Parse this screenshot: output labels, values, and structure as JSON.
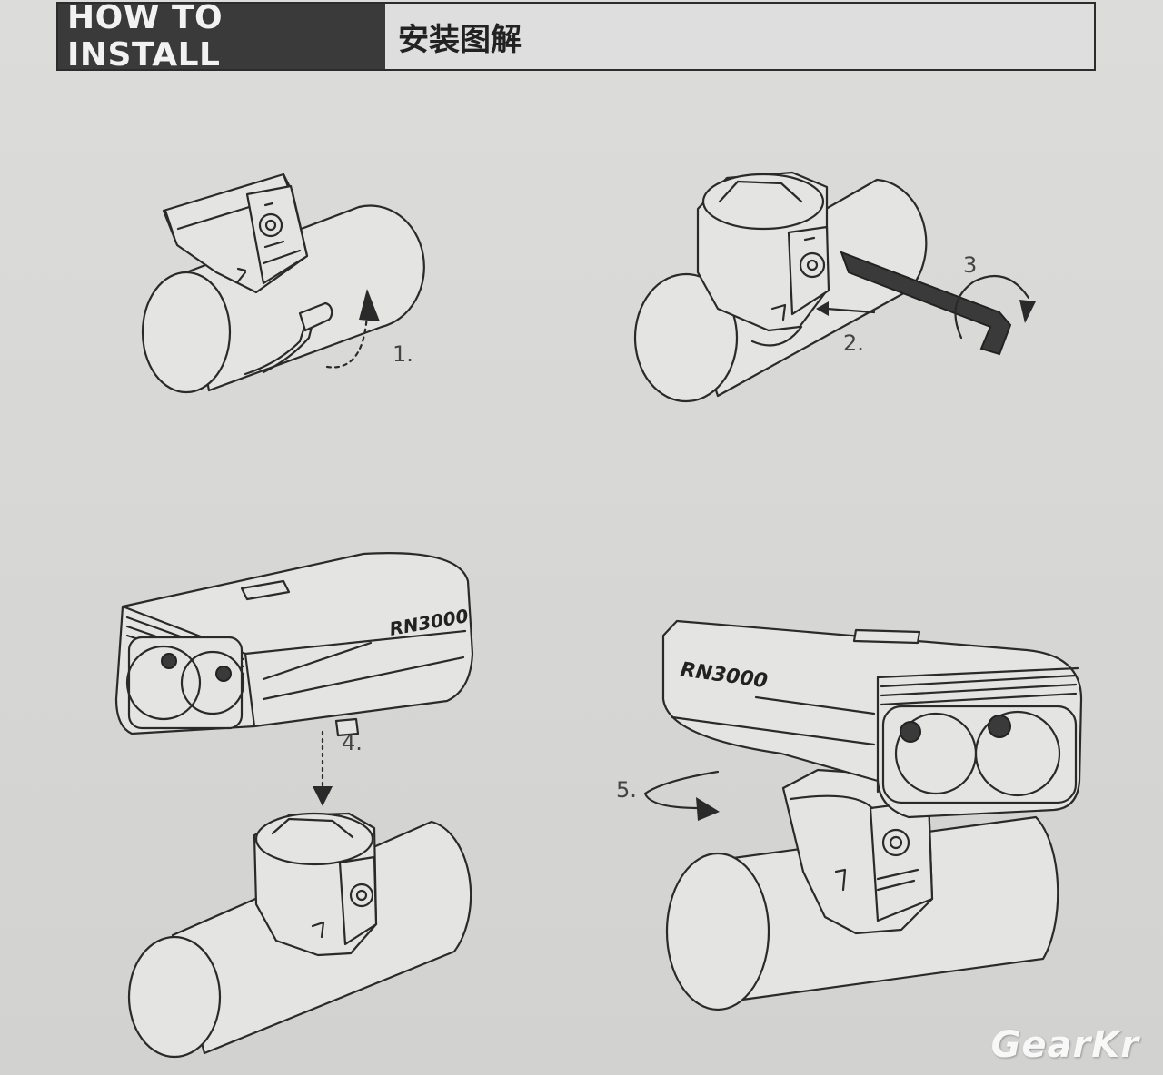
{
  "header": {
    "title_en": "HOW TO INSTALL",
    "title_cn": "安装图解"
  },
  "steps": [
    {
      "label": "1."
    },
    {
      "label": "2."
    },
    {
      "label": "3"
    },
    {
      "label": "4."
    },
    {
      "label": "5."
    }
  ],
  "product": {
    "model_text_a": "RN3000",
    "model_text_b": "RN3000"
  },
  "watermark": "GearKr",
  "icons": [
    "handlebar-tube",
    "mount-bracket",
    "strap",
    "hex-key",
    "rotate-arrow",
    "bike-light"
  ]
}
